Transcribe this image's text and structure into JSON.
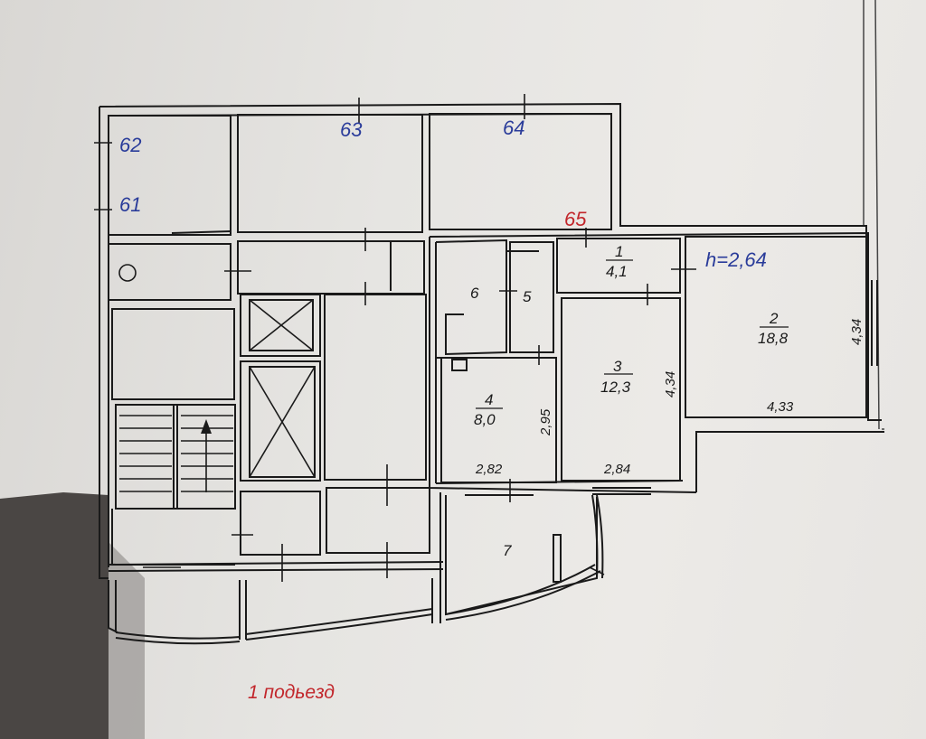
{
  "apartments": [
    "62",
    "61",
    "63",
    "64",
    "65"
  ],
  "ceiling_height": "h=2,64",
  "rooms": [
    {
      "num": "1",
      "area": "4,1"
    },
    {
      "num": "2",
      "area": "18,8"
    },
    {
      "num": "3",
      "area": "12,3"
    },
    {
      "num": "4",
      "area": "8,0"
    },
    {
      "num": "5",
      "area": ""
    },
    {
      "num": "6",
      "area": ""
    },
    {
      "num": "7",
      "area": ""
    }
  ],
  "dimensions": [
    "4,34",
    "4,33",
    "4,34",
    "2,95",
    "2,82",
    "2,84"
  ],
  "entrance_label": "1 подьезд",
  "colors": {
    "blue_text": "#2a3c9a",
    "red_text": "#c2262b",
    "lines": "#1a1a1a"
  }
}
